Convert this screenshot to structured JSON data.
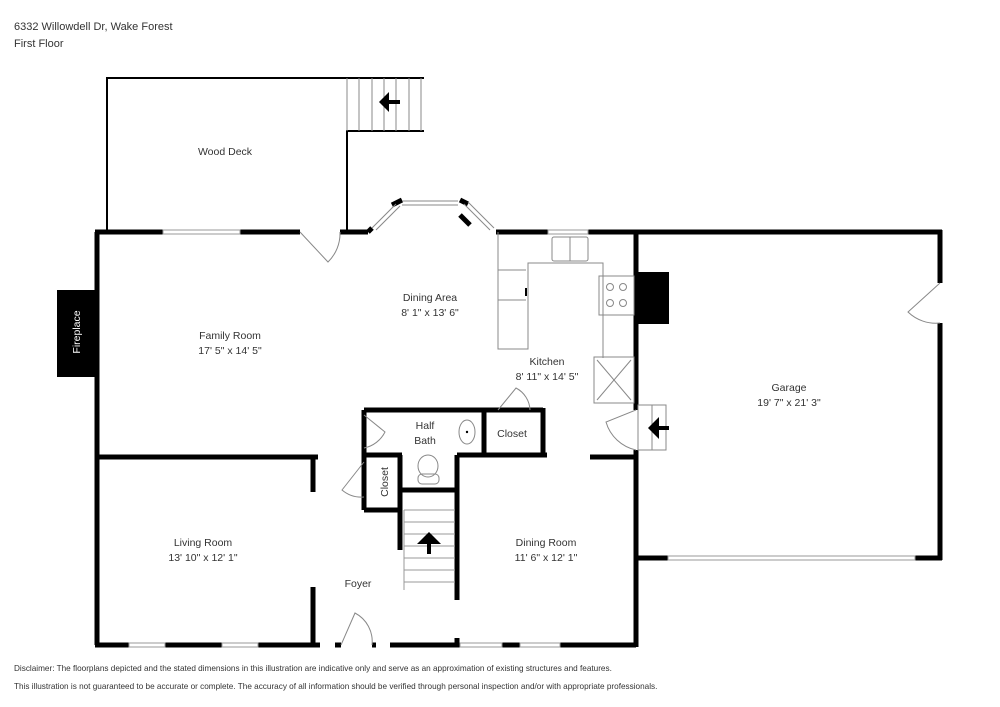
{
  "header": {
    "address": "6332 Willowdell Dr, Wake Forest",
    "floor": "First Floor"
  },
  "rooms": {
    "wood_deck": {
      "name": "Wood Deck"
    },
    "family_room": {
      "name": "Family Room",
      "dims": "17' 5\" x 14' 5\""
    },
    "dining_area": {
      "name": "Dining Area",
      "dims": "8' 1\" x 13' 6\""
    },
    "kitchen": {
      "name": "Kitchen",
      "dims": "8' 11\" x 14' 5\""
    },
    "garage": {
      "name": "Garage",
      "dims": "19' 7\" x 21' 3\""
    },
    "half_bath": {
      "name_line1": "Half",
      "name_line2": "Bath"
    },
    "closet_bath": {
      "name": "Closet"
    },
    "closet_foyer": {
      "name": "Closet"
    },
    "living_room": {
      "name": "Living Room",
      "dims": "13' 10\" x 12' 1\""
    },
    "dining_room": {
      "name": "Dining Room",
      "dims": "11' 6\" x 12' 1\""
    },
    "foyer": {
      "name": "Foyer"
    },
    "fireplace": {
      "name": "Fireplace"
    }
  },
  "disclaimer": {
    "line1": "Disclaimer: The floorplans depicted and the stated dimensions in this illustration are indicative only and serve as an approximation of existing structures and features.",
    "line2": "This illustration is not guaranteed to be accurate or complete. The accuracy of all information should be verified through personal inspection and/or with appropriate professionals."
  },
  "colors": {
    "wall": "#000000",
    "thin_line": "#888888",
    "text": "#333333"
  }
}
